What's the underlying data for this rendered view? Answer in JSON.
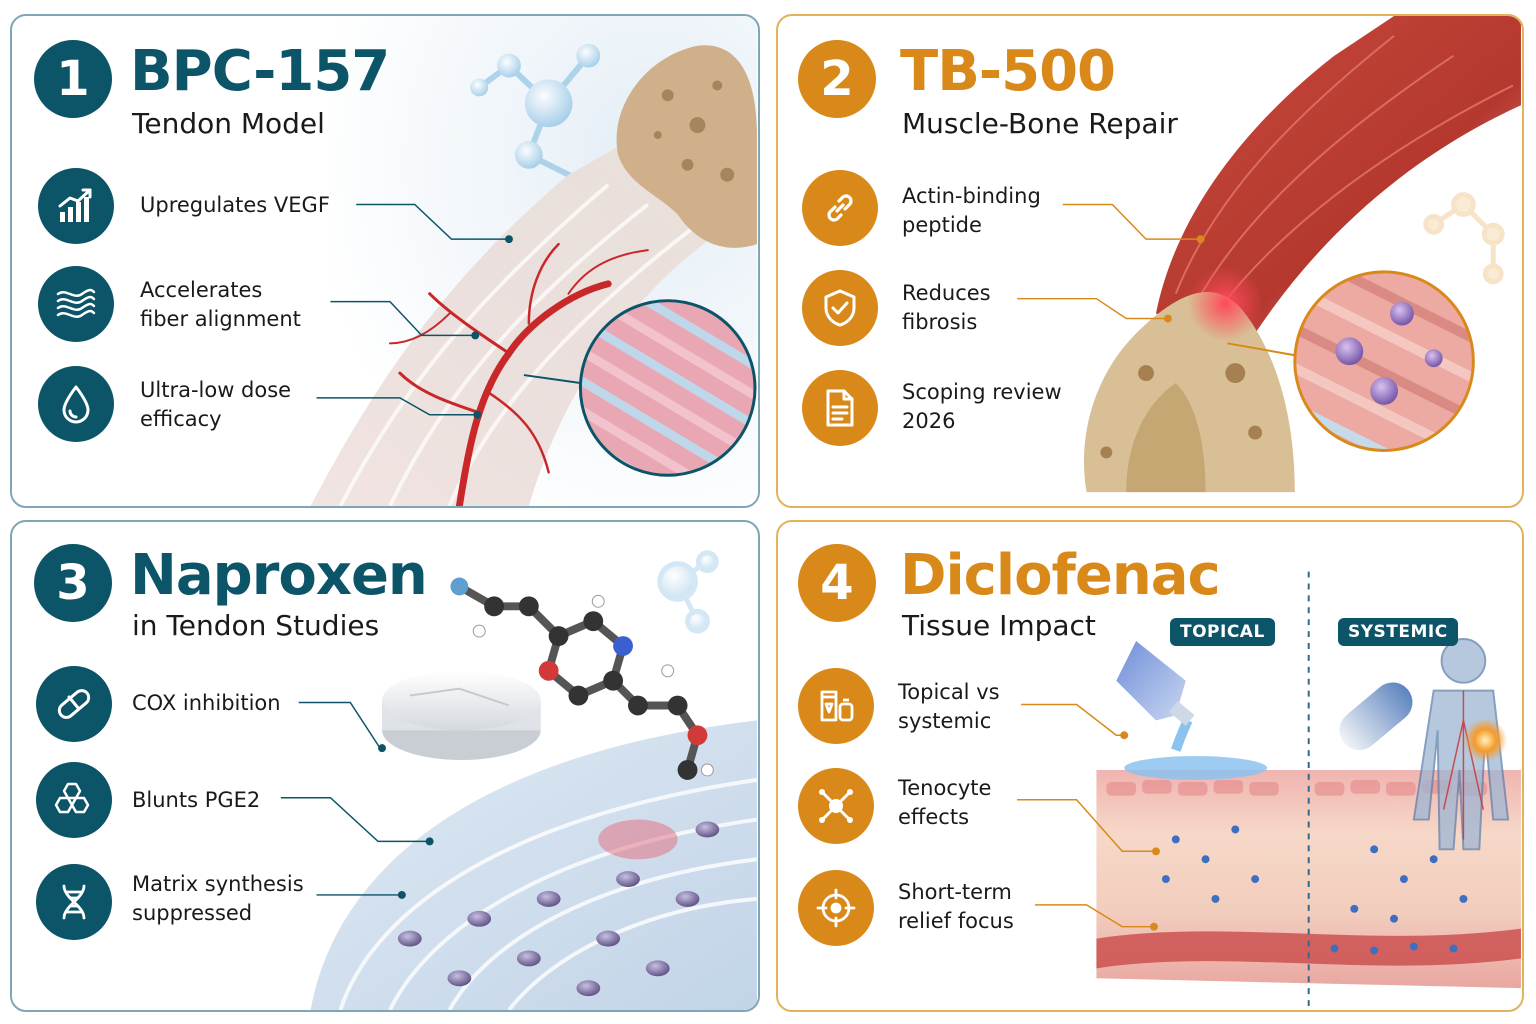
{
  "panels": [
    {
      "number": "1",
      "title": "BPC-157",
      "subtitle": "Tendon Model",
      "accent": "#0c5468",
      "items": [
        {
          "icon": "bar-chart-growth-icon",
          "label": "Upregulates VEGF"
        },
        {
          "icon": "wavy-fibers-icon",
          "label": "Accelerates\nfiber alignment"
        },
        {
          "icon": "droplet-icon",
          "label": "Ultra-low dose\nefficacy"
        }
      ]
    },
    {
      "number": "2",
      "title": "TB-500",
      "subtitle": "Muscle-Bone Repair",
      "accent": "#d9891a",
      "items": [
        {
          "icon": "chain-link-icon",
          "label": "Actin-binding\npeptide"
        },
        {
          "icon": "shield-check-icon",
          "label": "Reduces\nfibrosis"
        },
        {
          "icon": "document-icon",
          "label": "Scoping review\n2026"
        }
      ]
    },
    {
      "number": "3",
      "title": "Naproxen",
      "subtitle": "in Tendon Studies",
      "accent": "#0c5468",
      "items": [
        {
          "icon": "capsule-icon",
          "label": "COX inhibition"
        },
        {
          "icon": "hexagon-molecule-icon",
          "label": "Blunts PGE2"
        },
        {
          "icon": "dna-icon",
          "label": "Matrix synthesis\nsuppressed"
        }
      ]
    },
    {
      "number": "4",
      "title": "Diclofenac",
      "subtitle": "Tissue Impact",
      "accent": "#d9891a",
      "tags": [
        "TOPICAL",
        "SYSTEMIC"
      ],
      "items": [
        {
          "icon": "cream-tube-bottle-icon",
          "label": "Topical vs\nsystemic"
        },
        {
          "icon": "tenocyte-cell-icon",
          "label": "Tenocyte\neffects"
        },
        {
          "icon": "target-crosshair-icon",
          "label": "Short-term\nrelief focus"
        }
      ]
    }
  ]
}
